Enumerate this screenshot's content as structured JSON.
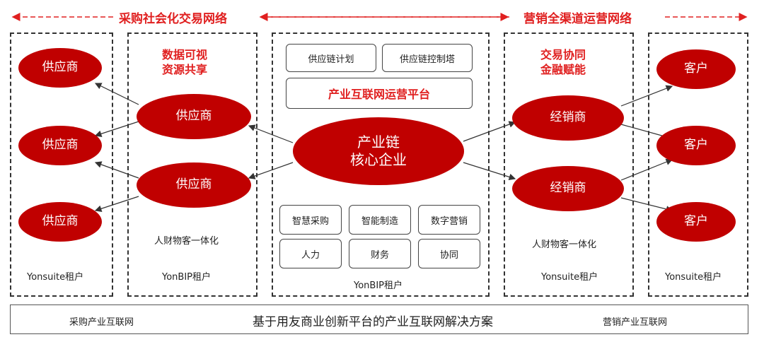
{
  "header": {
    "left_title": "采购社会化交易网络",
    "right_title": "营销全渠道运营网络"
  },
  "left_outer": {
    "suppliers": [
      "供应商",
      "供应商",
      "供应商"
    ],
    "tenant": "Yonsuite租户"
  },
  "left_inner": {
    "heading_line1": "数据可视",
    "heading_line2": "资源共享",
    "suppliers": [
      "供应商",
      "供应商"
    ],
    "note": "人财物客一体化",
    "tenant": "YonBIP租户"
  },
  "center": {
    "top_boxes": [
      "供应链计划",
      "供应链控制塔"
    ],
    "platform": "产业互联网运营平台",
    "core_line1": "产业链",
    "core_line2": "核心企业",
    "modules": [
      "智慧采购",
      "智能制造",
      "数字营销",
      "人力",
      "财务",
      "协同"
    ],
    "tenant": "YonBIP租户"
  },
  "right_inner": {
    "heading_line1": "交易协同",
    "heading_line2": "金融赋能",
    "dealers": [
      "经销商",
      "经销商"
    ],
    "note": "人财物客一体化",
    "tenant": "Yonsuite租户"
  },
  "right_outer": {
    "customers": [
      "客户",
      "客户",
      "客户"
    ],
    "tenant": "Yonsuite租户"
  },
  "footer": {
    "left": "采购产业互联网",
    "center": "基于用友商业创新平台的产业互联网解决方案",
    "right": "营销产业互联网"
  },
  "colors": {
    "accent": "#c00000",
    "title_red": "#e02020"
  }
}
